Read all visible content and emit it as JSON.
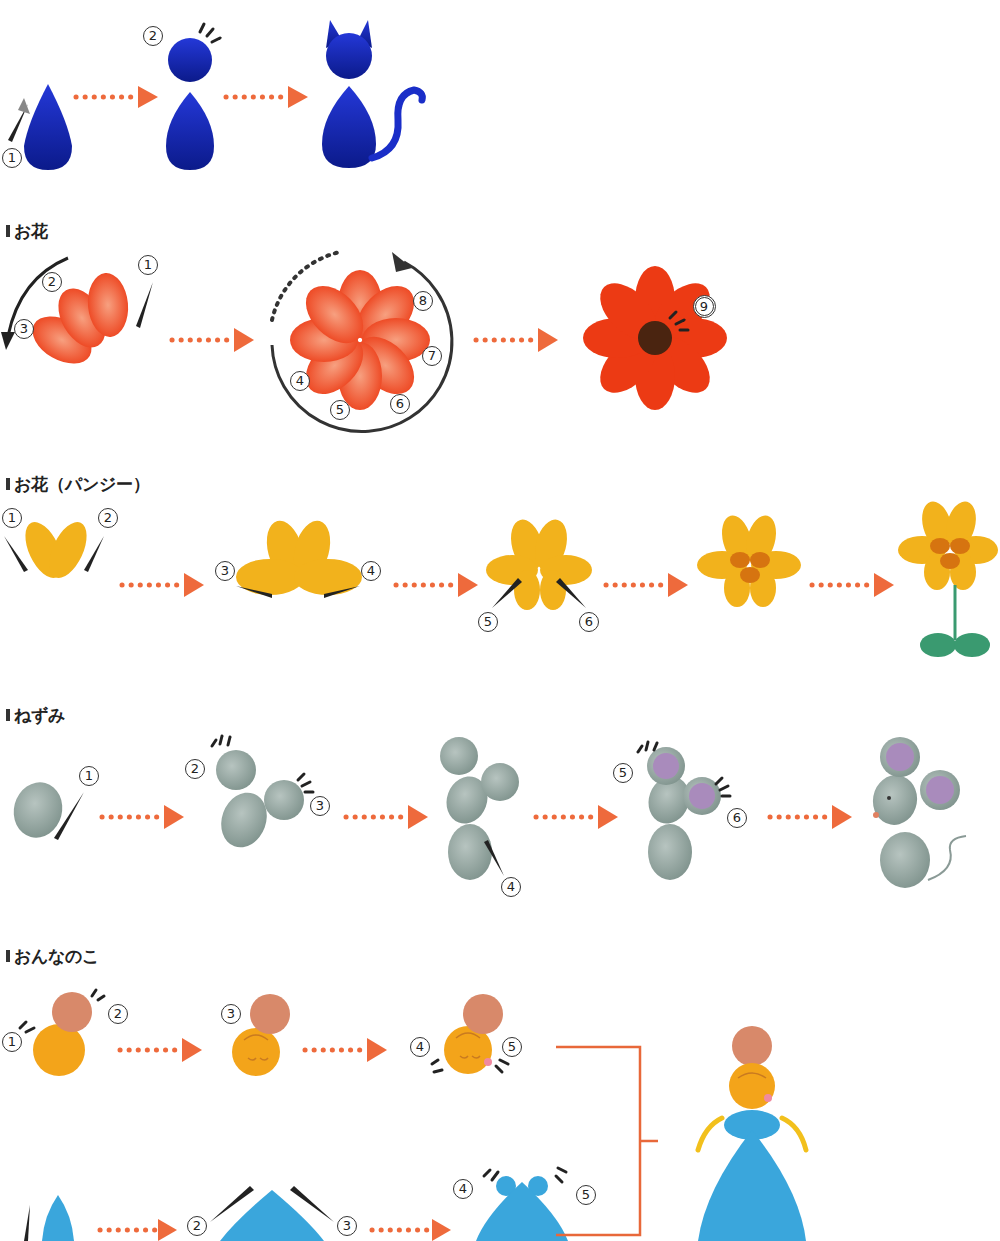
{
  "diagram": {
    "labels": [
      "1",
      "2",
      "お花",
      "1",
      "2",
      "3",
      "8",
      "7",
      "4",
      "5",
      "6",
      "9",
      "お花（パンジー）",
      "1",
      "2",
      "3",
      "4",
      "5",
      "6",
      "ねずみ",
      "1",
      "2",
      "3",
      "4",
      "5",
      "6",
      "おんなのこ",
      "1",
      "2",
      "3",
      "4",
      "5",
      "2",
      "3",
      "4",
      "5"
    ]
  }
}
